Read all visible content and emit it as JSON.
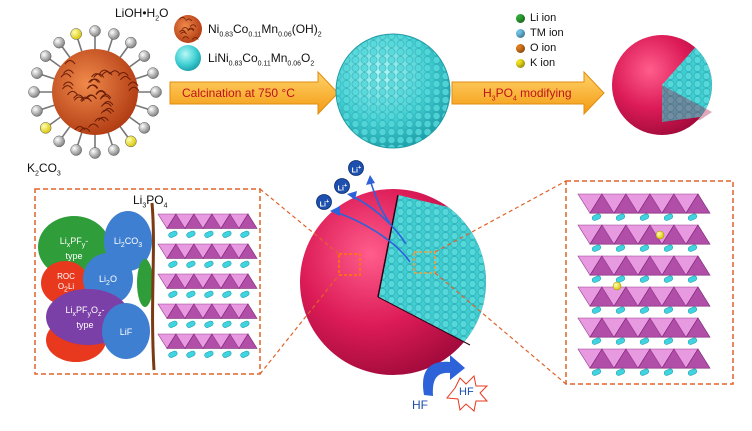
{
  "precursor_label_lioh": "LiOH•H2O",
  "precursor_label_k2co3": "K2CO3",
  "legend_precursor": {
    "hydroxide": "Ni0.83Co0.11Mn0.06(OH)2",
    "oxide": "LiNi0.83Co0.11Mn0.06O2"
  },
  "arrow1_text": "Calcination at 750 °C",
  "arrow2_text": "H3PO4 modifying",
  "ion_legend": [
    {
      "name": "Li ion",
      "color": "#2ea836"
    },
    {
      "name": "TM ion",
      "color": "#6fc3e8"
    },
    {
      "name": "O ion",
      "color": "#e07a1c"
    },
    {
      "name": "K ion",
      "color": "#f2e21c"
    }
  ],
  "cei_panel": {
    "coating_label": "Li3PO4",
    "components": [
      {
        "text": "LixPFy-type",
        "color": "#2f9e3a"
      },
      {
        "text": "Li2CO3",
        "color": "#3f7fd1"
      },
      {
        "text": "ROC O2Li",
        "color": "#e8381e"
      },
      {
        "text": "Li2O",
        "color": "#3f7fd1"
      },
      {
        "text": "LixPFyOz-type",
        "color": "#7b3fa8"
      },
      {
        "text": "LiF",
        "color": "#3f7fd1"
      }
    ]
  },
  "li_labels": [
    "Li+",
    "Li+",
    "Li+"
  ],
  "hf_label_in": "HF",
  "hf_label_out": "HF",
  "colors": {
    "crimson": "#d9134f",
    "cyan": "#4fd6d6",
    "orange_arrow": "#f7a81b",
    "dash": "#e0622a",
    "pink_layer": "#e28ad6"
  }
}
